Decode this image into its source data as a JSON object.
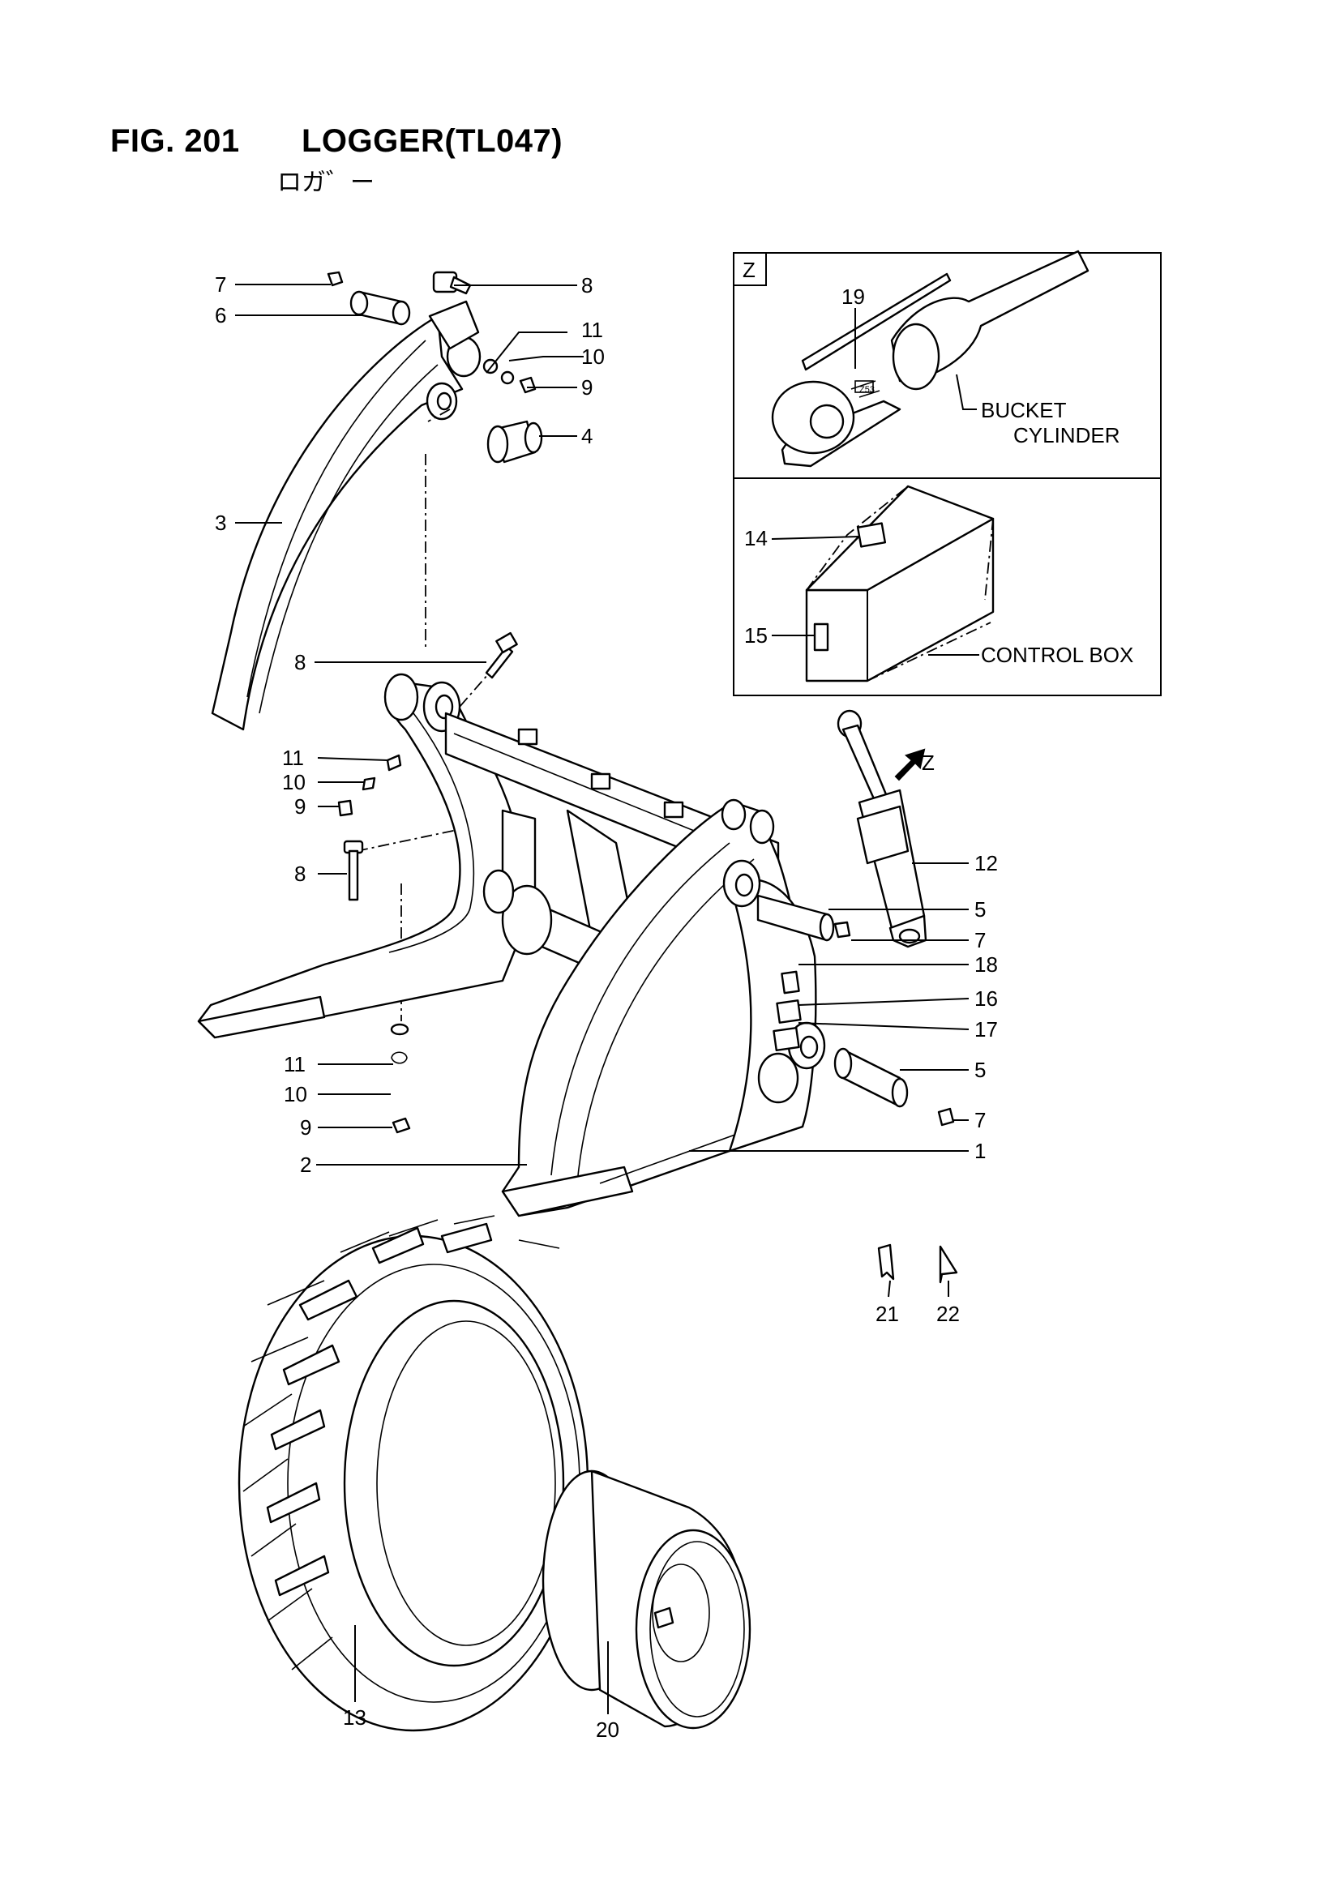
{
  "figure": {
    "number": "FIG. 201",
    "title": "LOGGER(TL047)",
    "subtitle": "ロガ゛ー"
  },
  "detail_view": {
    "view_label": "Z",
    "bucket_cylinder_line1": "BUCKET",
    "bucket_cylinder_line2": "CYLINDER",
    "control_box": "CONTROL BOX"
  },
  "arrow_label": "Z",
  "callouts": {
    "c7a": "7",
    "c6": "6",
    "c8a": "8",
    "c11a": "11",
    "c10a": "10",
    "c9a": "9",
    "c4": "4",
    "c3": "3",
    "c8b": "8",
    "c11b": "11",
    "c10b": "10",
    "c9b": "9",
    "c8c": "8",
    "c11c": "11",
    "c10c": "10",
    "c9c": "9",
    "c2": "2",
    "c19": "19",
    "c14": "14",
    "c15": "15",
    "c12": "12",
    "c5a": "5",
    "c7b": "7",
    "c18": "18",
    "c16": "16",
    "c17": "17",
    "c5b": "5",
    "c7c": "7",
    "c1": "1",
    "c21": "21",
    "c22": "22",
    "c13": "13",
    "c20": "20"
  }
}
